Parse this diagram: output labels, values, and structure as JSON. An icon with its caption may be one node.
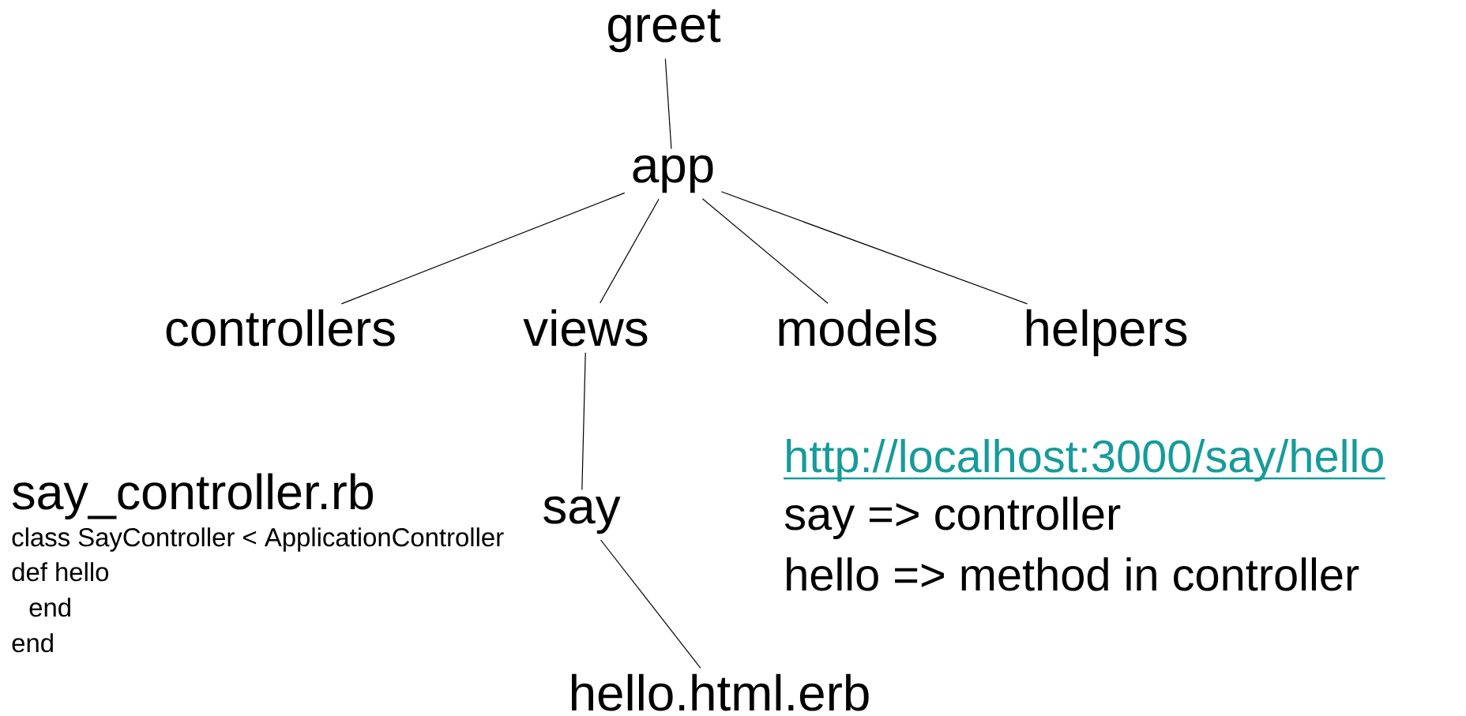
{
  "diagram": {
    "nodes": [
      {
        "text": [
          "greet"
        ]
      },
      {
        "text": [
          "app"
        ]
      },
      {
        "text": [
          "controllers"
        ]
      },
      {
        "text": [
          "views"
        ]
      },
      {
        "text": [
          "models"
        ]
      },
      {
        "text": [
          "helpers"
        ]
      },
      {
        "text": [
          "say"
        ]
      },
      {
        "text": [
          "hello.html.erb"
        ]
      }
    ],
    "edges": [
      {
        "from": 0,
        "to": 1,
        "arrow": "none"
      },
      {
        "from": 1,
        "to": 2,
        "arrow": "none"
      },
      {
        "from": 1,
        "to": 3,
        "arrow": "none"
      },
      {
        "from": 1,
        "to": 4,
        "arrow": "none"
      },
      {
        "from": 1,
        "to": 5,
        "arrow": "none"
      },
      {
        "from": 3,
        "to": 6,
        "arrow": "none"
      },
      {
        "from": 6,
        "to": 7,
        "arrow": "none"
      }
    ],
    "labels": [
      "say_controller.rb",
      "class SayController < ApplicationController",
      "def hello",
      "end",
      "end",
      "http://localhost:3000/say/hello",
      "say => controller",
      "hello => method in controller"
    ]
  }
}
